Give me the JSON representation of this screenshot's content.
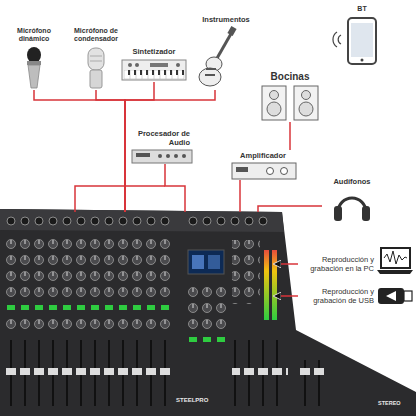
{
  "diagram": {
    "nodes": [
      {
        "text": [
          "Micrófono dinámico"
        ]
      },
      {
        "text": [
          "Micrófono de condensador"
        ]
      },
      {
        "text": [
          "Sintetizador"
        ]
      },
      {
        "text": [
          "Instrumentos"
        ]
      },
      {
        "text": [
          "BT"
        ]
      },
      {
        "text": [
          "Bocinas"
        ]
      },
      {
        "text": [
          "Procesador de Audio"
        ]
      },
      {
        "text": [
          "Amplificador"
        ]
      },
      {
        "text": [
          "Audífonos"
        ]
      },
      {
        "text": [
          "Reproducción y grabación en la PC"
        ]
      },
      {
        "text": [
          "Reproducción y grabación de USB"
        ]
      },
      {
        "text": [
          "STEELPRO"
        ]
      }
    ],
    "edges": [
      {
        "from": 0,
        "to": 11,
        "arrow": "none"
      },
      {
        "from": 1,
        "to": 11,
        "arrow": "none"
      },
      {
        "from": 2,
        "to": 11,
        "arrow": "none"
      },
      {
        "from": 3,
        "to": 11,
        "arrow": "none"
      },
      {
        "from": 6,
        "to": 11,
        "arrow": "none"
      },
      {
        "from": 5,
        "to": 7,
        "arrow": "none"
      },
      {
        "from": 7,
        "to": 11,
        "arrow": "none"
      },
      {
        "from": 8,
        "to": 11,
        "arrow": "none"
      },
      {
        "from": 9,
        "to": 11,
        "arrow": "to"
      },
      {
        "from": 10,
        "to": 11,
        "arrow": "to"
      }
    ],
    "labels": [
      "STEREO"
    ]
  }
}
